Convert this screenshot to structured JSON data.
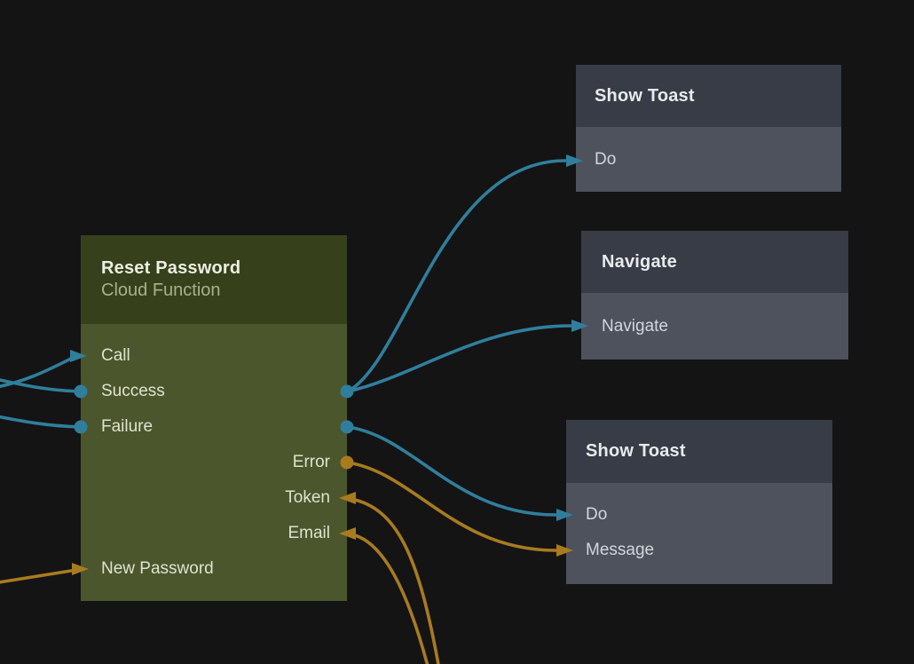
{
  "canvas": {
    "background_color": "#141414"
  },
  "colors": {
    "execution_wire": "#2f7f9c",
    "data_wire": "#a87b1f",
    "function_node_header": "#36411b",
    "function_node_body": "#4c562c",
    "action_node_header": "#373c47",
    "action_node_body": "#4d525d"
  },
  "nodes": {
    "reset_password": {
      "title": "Reset Password",
      "subtitle": "Cloud Function",
      "ports": {
        "call": {
          "label": "Call",
          "side": "left",
          "marker": "arrow-in",
          "color": "#2f7f9c"
        },
        "success": {
          "label": "Success",
          "side": "left",
          "marker": "dot-both-sides",
          "color": "#2f7f9c"
        },
        "failure": {
          "label": "Failure",
          "side": "left",
          "marker": "dot-both-sides",
          "color": "#2f7f9c"
        },
        "error": {
          "label": "Error",
          "side": "right",
          "marker": "dot-out",
          "color": "#a87b1f"
        },
        "token": {
          "label": "Token",
          "side": "right",
          "marker": "arrow-in",
          "color": "#a87b1f"
        },
        "email": {
          "label": "Email",
          "side": "right",
          "marker": "arrow-in",
          "color": "#a87b1f"
        },
        "new_password": {
          "label": "New Password",
          "side": "left",
          "marker": "arrow-in",
          "color": "#a87b1f"
        }
      }
    },
    "show_toast_top": {
      "title": "Show Toast",
      "ports": {
        "do": {
          "label": "Do",
          "side": "left",
          "marker": "arrow-in",
          "color": "#2f7f9c"
        }
      }
    },
    "navigate": {
      "title": "Navigate",
      "ports": {
        "navigate": {
          "label": "Navigate",
          "side": "left",
          "marker": "arrow-in",
          "color": "#2f7f9c"
        }
      }
    },
    "show_toast_bottom": {
      "title": "Show Toast",
      "ports": {
        "do": {
          "label": "Do",
          "side": "left",
          "marker": "arrow-in",
          "color": "#2f7f9c"
        },
        "message": {
          "label": "Message",
          "side": "left",
          "marker": "arrow-in",
          "color": "#a87b1f"
        }
      }
    }
  },
  "connections": [
    {
      "from": "offscreen-left",
      "to": "reset_password.call",
      "type": "execution"
    },
    {
      "from": "reset_password.success",
      "to": "offscreen-left",
      "type": "execution"
    },
    {
      "from": "reset_password.failure",
      "to": "offscreen-left",
      "type": "execution"
    },
    {
      "from": "reset_password.success",
      "to": "show_toast_top.do",
      "type": "execution"
    },
    {
      "from": "reset_password.success",
      "to": "navigate.navigate",
      "type": "execution"
    },
    {
      "from": "reset_password.failure",
      "to": "show_toast_bottom.do",
      "type": "execution"
    },
    {
      "from": "reset_password.error",
      "to": "show_toast_bottom.message",
      "type": "data"
    },
    {
      "from": "offscreen-bottom",
      "to": "reset_password.token",
      "type": "data"
    },
    {
      "from": "offscreen-bottom",
      "to": "reset_password.email",
      "type": "data"
    },
    {
      "from": "offscreen-left",
      "to": "reset_password.new_password",
      "type": "data"
    }
  ]
}
